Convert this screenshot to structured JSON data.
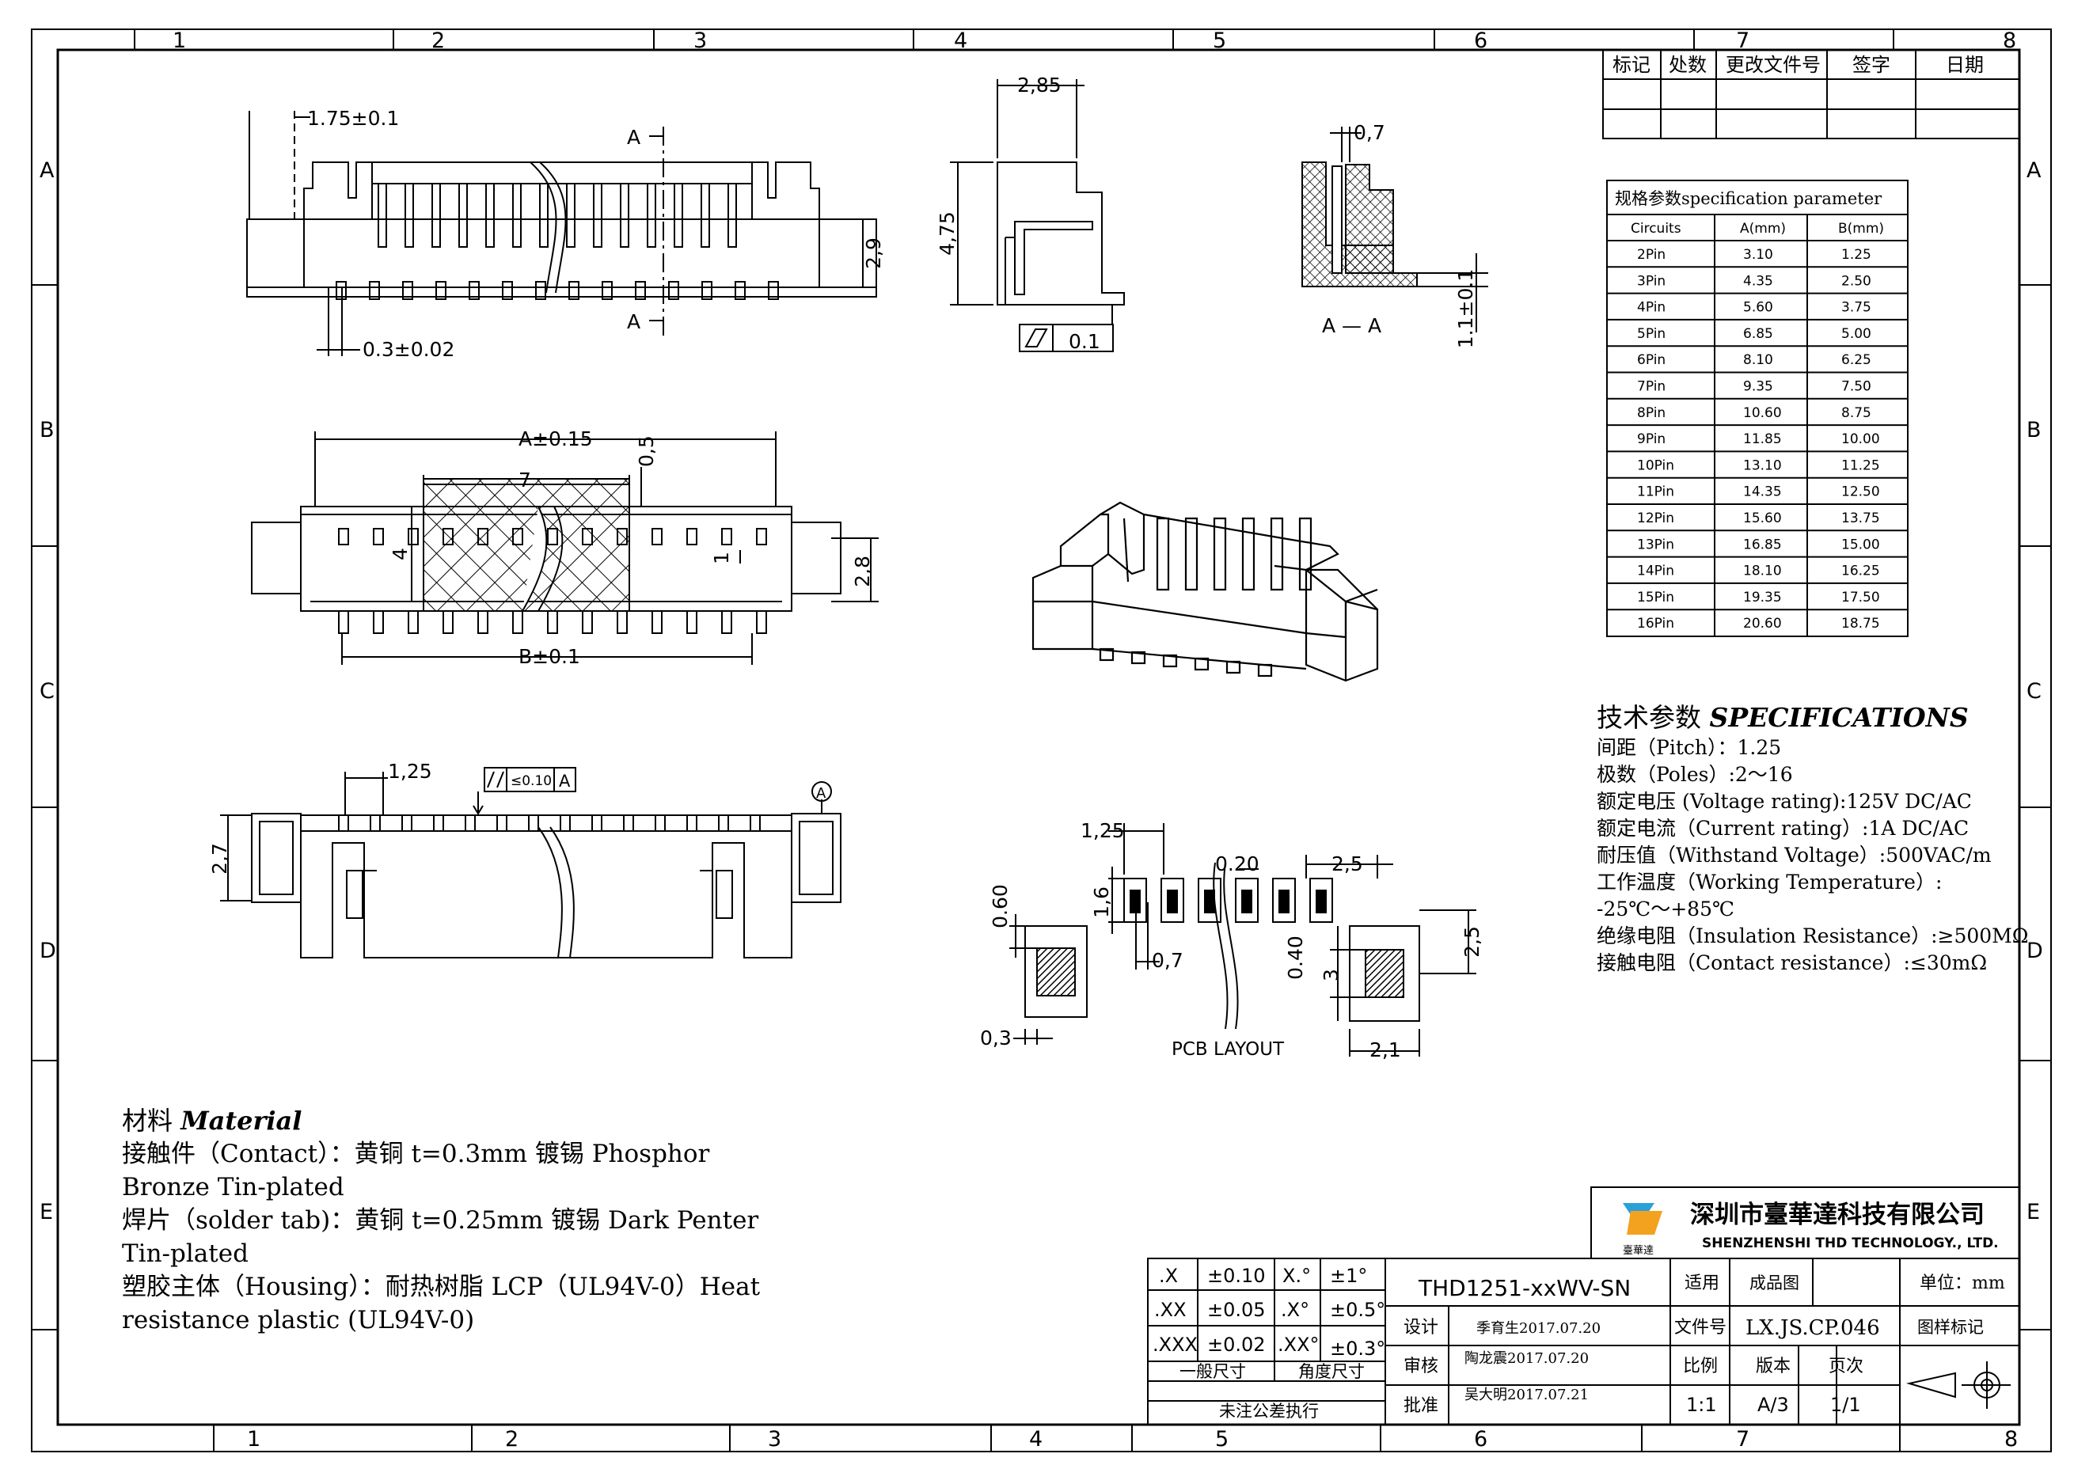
{
  "sheet": {
    "columns": [
      "1",
      "2",
      "3",
      "4",
      "5",
      "6",
      "7",
      "8"
    ],
    "rows": [
      "A",
      "B",
      "C",
      "D",
      "E"
    ]
  },
  "revision_block": {
    "headers": [
      "标记",
      "处数",
      "更改文件号",
      "签字",
      "日期"
    ]
  },
  "spec_table": {
    "title": "规格参数specification parameter",
    "headers": [
      "Circuits",
      "A(mm)",
      "B(mm)"
    ],
    "rows": [
      [
        "2Pin",
        "3.10",
        "1.25"
      ],
      [
        "3Pin",
        "4.35",
        "2.50"
      ],
      [
        "4Pin",
        "5.60",
        "3.75"
      ],
      [
        "5Pin",
        "6.85",
        "5.00"
      ],
      [
        "6Pin",
        "8.10",
        "6.25"
      ],
      [
        "7Pin",
        "9.35",
        "7.50"
      ],
      [
        "8Pin",
        "10.60",
        "8.75"
      ],
      [
        "9Pin",
        "11.85",
        "10.00"
      ],
      [
        "10Pin",
        "13.10",
        "11.25"
      ],
      [
        "11Pin",
        "14.35",
        "12.50"
      ],
      [
        "12Pin",
        "15.60",
        "13.75"
      ],
      [
        "13Pin",
        "16.85",
        "15.00"
      ],
      [
        "14Pin",
        "18.10",
        "16.25"
      ],
      [
        "15Pin",
        "19.35",
        "17.50"
      ],
      [
        "16Pin",
        "20.60",
        "18.75"
      ]
    ]
  },
  "specifications": {
    "title_cn": "技术参数",
    "title_en": "SPECIFICATIONS",
    "lines": [
      "间距（Pitch）：1.25",
      "极数（Poles）:2～16",
      "额定电压 (Voltage rating):125V DC/AC",
      "额定电流（Current rating）:1A DC/AC",
      "耐压值（Withstand Voltage）:500VAC/m",
      "工作温度（Working Temperature）:",
      "-25℃～+85℃",
      "绝缘电阻（Insulation Resistance）:≥500MΩ",
      "接触电阻（Contact  resistance）:≤30mΩ"
    ]
  },
  "material": {
    "title_cn": "材料",
    "title_en": "Material",
    "lines": [
      "接触件（Contact）：黄铜  t=0.3mm  镀锡 Phosphor Bronze Tin-plated",
      "焊片（solder tab)：黄铜 t=0.25mm 镀锡 Dark Penter Tin-plated",
      "塑胶主体（Housing）：耐热树脂 LCP（UL94V-0）Heat resistance plastic (UL94V-0)"
    ]
  },
  "dimensions": {
    "top_view": {
      "d1": "1.75±0.1",
      "d2": "0.3±0.02",
      "h": "2,9",
      "section": "A"
    },
    "side_view": {
      "w": "2,85",
      "h": "4,75",
      "flatness": "0.1"
    },
    "section_view": {
      "w": "0,7",
      "h": "1.1±0.1",
      "label": "A — A"
    },
    "front_view": {
      "a": "A±0.15",
      "b": "B±0.1",
      "seven": "7",
      "half": "0,5",
      "four": "4",
      "one": "1",
      "h": "2,8"
    },
    "bottom_view": {
      "pitch": "1,25",
      "parallel": "≤0.10",
      "datum": "A",
      "h": "2,7"
    },
    "pcb_layout": {
      "label": "PCB LAYOUT",
      "pitch": "1,25",
      "w2": "0.20",
      "w3": "2,5",
      "pad_h": "1,6",
      "pad_w": "0,7",
      "left_h": "0.60",
      "left_w": "0,3",
      "right_h": "0.40",
      "right_h2": "3",
      "right_w": "2,1",
      "right_v": "2,5"
    }
  },
  "company": {
    "name_cn": "深圳市臺華達科技有限公司",
    "name_en": "SHENZHENSHI THD TECHNOLOGY., LTD.",
    "logo_text": "臺華達"
  },
  "title_block": {
    "tolerances": [
      [
        ".X",
        "±0.10",
        "X.°",
        "±1°"
      ],
      [
        ".XX",
        "±0.05",
        ".X°",
        "±0.5°"
      ],
      [
        ".XXX",
        "±0.02",
        ".XX°",
        "±0.3°"
      ]
    ],
    "general_size": "一般尺寸",
    "angle_size": "角度尺寸",
    "untoleranced": "未注公差执行",
    "part_no": "THD1251-xxWV-SN",
    "apply_label": "适用",
    "apply_value": "成品图",
    "unit_label": "单位：mm",
    "design_label": "设计",
    "design_value": "季育生2017.07.20",
    "file_label": "文件号",
    "file_value": "LX.JS.CP.046",
    "mark_label": "图样标记",
    "review_label": "审核",
    "review_value": "陶龙震2017.07.20",
    "scale_label": "比例",
    "version_label": "版本",
    "page_label": "页次",
    "approve_label": "批准",
    "approve_value": "吴大明2017.07.21",
    "scale_value": "1:1",
    "version_value": "A/3",
    "page_value": "1/1"
  }
}
